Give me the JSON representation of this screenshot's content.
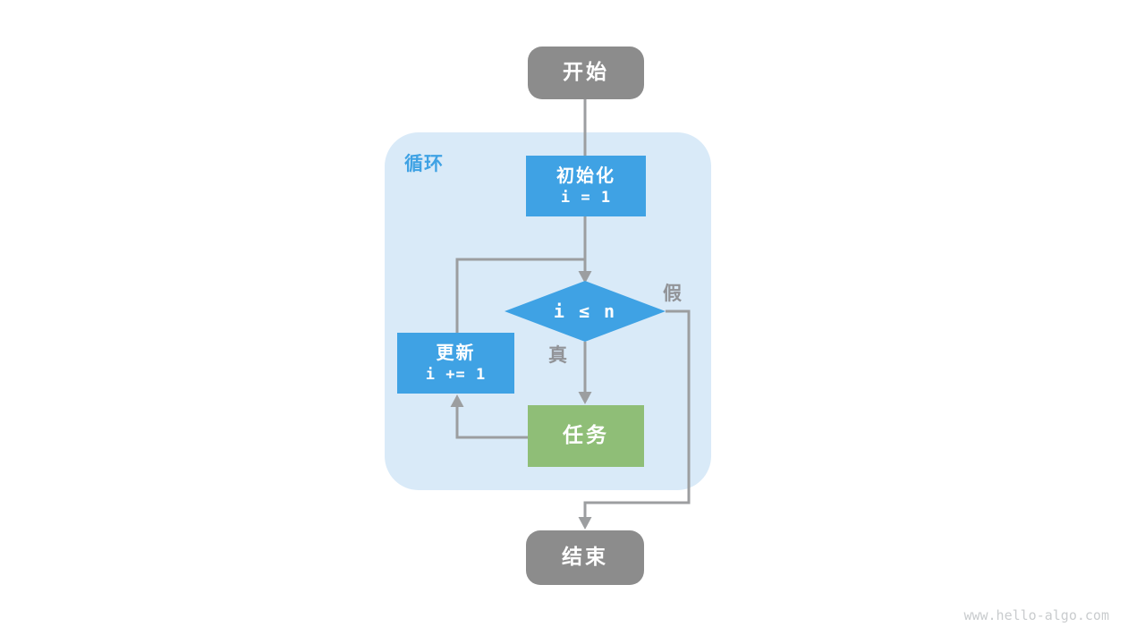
{
  "diagram": {
    "region_label": "循环",
    "nodes": {
      "start": "开始",
      "init_title": "初始化",
      "init_code": "i = 1",
      "condition_code": "i ≤ n",
      "update_title": "更新",
      "update_code": "i += 1",
      "task": "任务",
      "end": "结束"
    },
    "branch_labels": {
      "true": "真",
      "false": "假"
    }
  },
  "watermark": "www.hello-algo.com",
  "colors": {
    "accent_blue": "#3FA2E4",
    "light_blue": "#D9EAF8",
    "node_gray": "#8C8C8C",
    "task_green": "#8FBE77",
    "line_gray": "#9C9EA0",
    "label_gray": "#919397",
    "watermark_gray": "#C9CCCE"
  }
}
